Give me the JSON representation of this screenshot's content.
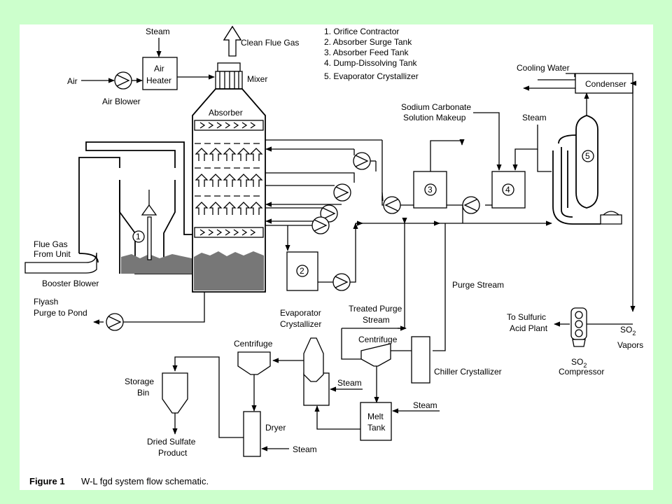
{
  "colors": {
    "frame": "#ccffcc",
    "paper": "#ffffff",
    "ink": "#000000",
    "slurry": "#777777"
  },
  "figure": {
    "label": "Figure 1",
    "caption": "W-L fgd system flow schematic."
  },
  "legend": [
    "1. Orifice Contractor",
    "2. Absorber Surge Tank",
    "3. Absorber Feed Tank",
    "4. Dump-Dissolving Tank",
    "5. Evaporator Crystallizer"
  ],
  "labels": {
    "steam_top": "Steam",
    "air": "Air",
    "air_heater_1": "Air",
    "air_heater_2": "Heater",
    "air_blower": "Air Blower",
    "clean_flue_gas": "Clean Flue Gas",
    "mixer": "Mixer",
    "absorber": "Absorber",
    "cooling_water": "Cooling Water",
    "condenser": "Condenser",
    "sodium_1": "Sodium Carbonate",
    "sodium_2": "Solution Makeup",
    "steam_evap": "Steam",
    "flue_gas_1": "Flue Gas",
    "flue_gas_2": "From Unit",
    "booster_blower": "Booster Blower",
    "flyash_1": "Flyash",
    "flyash_2": "Purge to Pond",
    "purge_stream": "Purge Stream",
    "treated_1": "Treated Purge",
    "treated_2": "Stream",
    "evap_cryst_1": "Evaporator",
    "evap_cryst_2": "Crystallizer",
    "centrifuge_left": "Centrifuge",
    "centrifuge_right": "Centrifuge",
    "chiller": "Chiller Crystallizer",
    "steam_evap2": "Steam",
    "steam_melt": "Steam",
    "melt_1": "Melt",
    "melt_2": "Tank",
    "storage_1": "Storage",
    "storage_2": "Bin",
    "dryer": "Dryer",
    "steam_dryer": "Steam",
    "dried_1": "Dried Sulfate",
    "dried_2": "Product",
    "sulfuric_1": "To Sulfuric",
    "sulfuric_2": "Acid Plant",
    "so2_vapors_a": "SO",
    "so2_vapors_sub": "2",
    "so2_vapors_b": "Vapors",
    "so2_comp_a": "SO",
    "so2_comp_sub": "2",
    "so2_comp_b": "Compressor"
  },
  "unit_numbers": {
    "u1": "1",
    "u2": "2",
    "u3": "3",
    "u4": "4",
    "u5": "5"
  }
}
